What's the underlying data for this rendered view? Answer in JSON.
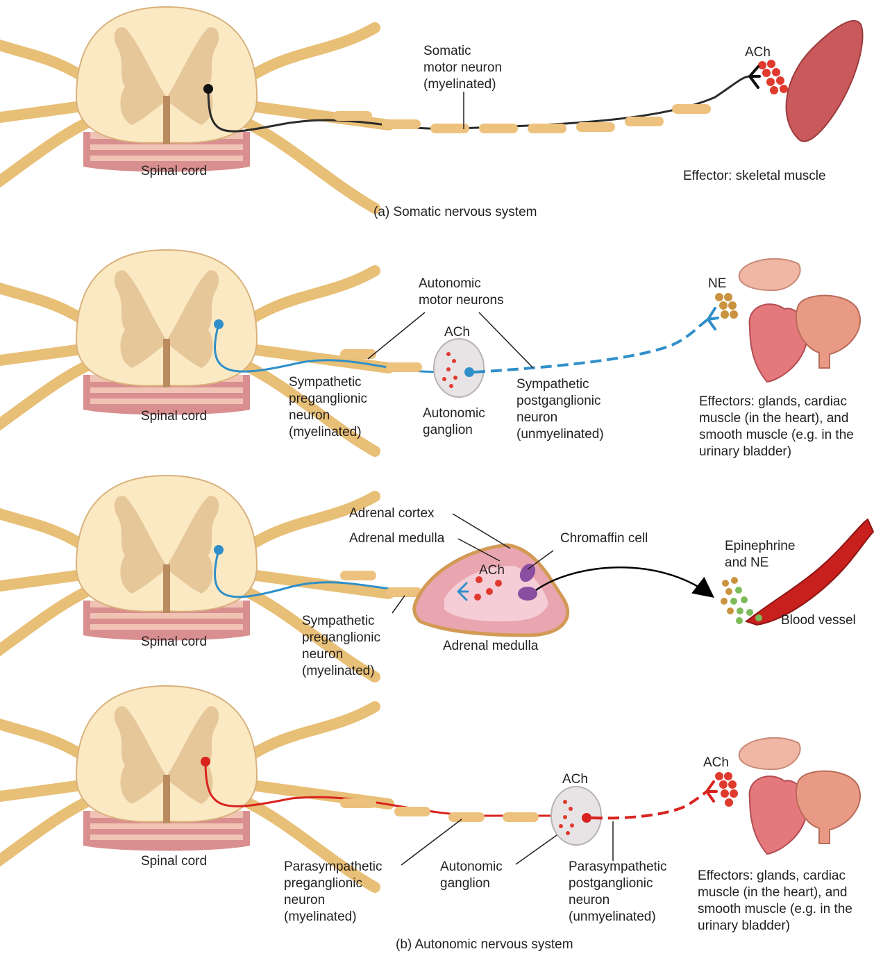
{
  "colors": {
    "somatic": "#2b2b2b",
    "sympathetic": "#2f8fc9",
    "parasympathetic": "#d8231f",
    "myelin": "#edc27e",
    "cord_white": "#fbe9c4",
    "cord_gray": "#e6c79a",
    "vesicle": "#e03a2e",
    "ne_vesicle": "#c9933f",
    "epi_vesicle": "#7dbb5a",
    "muscle": "#c9595b",
    "vessel": "#c8201d"
  },
  "panel_a": {
    "spinal_cord": "Spinal cord",
    "neuron": "Somatic\nmotor neuron\n(myelinated)",
    "transmitter": "ACh",
    "effector": "Effector: skeletal muscle",
    "caption": "(a) Somatic nervous system"
  },
  "panel_b1": {
    "spinal_cord": "Spinal cord",
    "motor_neurons": "Autonomic\nmotor neurons",
    "ganglion_transmitter": "ACh",
    "pre": "Sympathetic\npreganglionic\nneuron\n(myelinated)",
    "ganglion": "Autonomic\nganglion",
    "post": "Sympathetic\npostganglionic\nneuron\n(unmyelinated)",
    "effector_transmitter": "NE",
    "effectors": "Effectors: glands, cardiac\nmuscle (in the heart), and\nsmooth muscle (e.g. in the\nurinary bladder)"
  },
  "panel_b2": {
    "spinal_cord": "Spinal cord",
    "cortex": "Adrenal cortex",
    "medulla_inner": "Adrenal medulla",
    "chromaffin": "Chromaffin cell",
    "transmitter": "ACh",
    "pre": "Sympathetic\npreganglionic\nneuron\n(myelinated)",
    "medulla": "Adrenal medulla",
    "hormones": "Epinephrine\nand NE",
    "vessel": "Blood vessel"
  },
  "panel_b3": {
    "spinal_cord": "Spinal cord",
    "ganglion_transmitter": "ACh",
    "effector_transmitter": "ACh",
    "pre": "Parasympathetic\npreganglionic\nneuron\n(myelinated)",
    "ganglion": "Autonomic\nganglion",
    "post": "Parasympathetic\npostganglionic\nneuron\n(unmyelinated)",
    "effectors": "Effectors: glands, cardiac\nmuscle (in the heart), and\nsmooth muscle (e.g. in the\nurinary bladder)",
    "caption": "(b) Autonomic nervous system"
  }
}
